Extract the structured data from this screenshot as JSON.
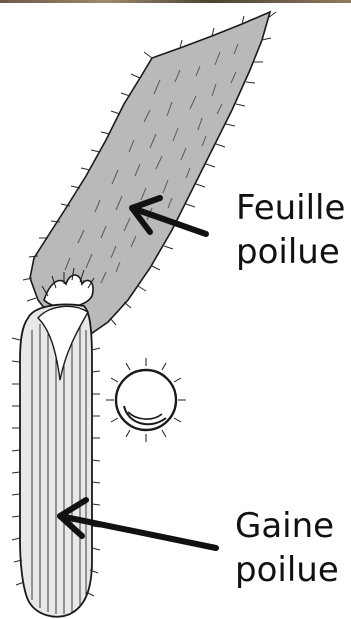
{
  "labels": {
    "leaf_line1": "Feuille",
    "leaf_line2": "poilue",
    "sheath_line1": "Gaine",
    "sheath_line2": "poilue"
  },
  "colors": {
    "leaf_fill": "#b9b9b9",
    "ink": "#1a1a1a",
    "sheath_fill": "#e8e8e8",
    "background": "#ffffff"
  }
}
